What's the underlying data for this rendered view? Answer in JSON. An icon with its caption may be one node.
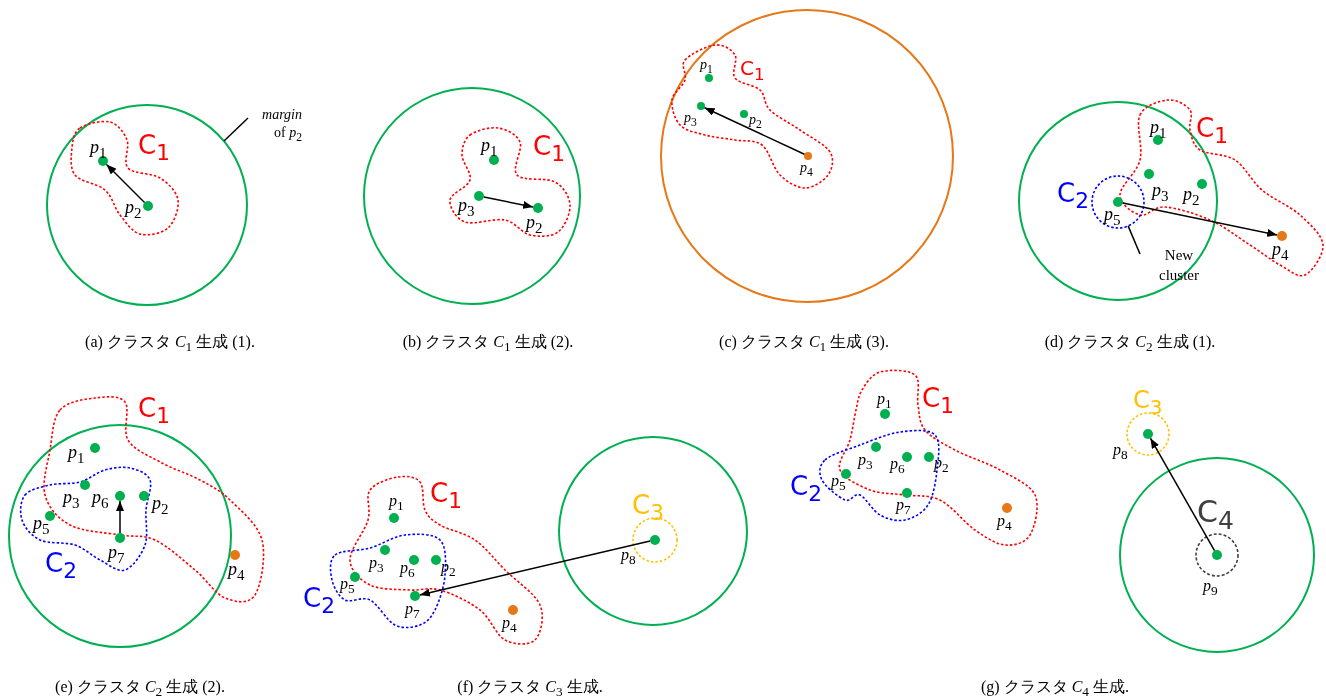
{
  "diagram": {
    "nodes": [
      {
        "text": [
          "*margin* of *p*$_{2}$"
        ]
      },
      {
        "text": [],
        "shape": "circle",
        "beside": [
          "*p*$_{1}$"
        ]
      },
      {
        "text": [],
        "shape": "circle",
        "beside": [
          "*p*$_{2}$"
        ]
      },
      {
        "text": [],
        "shape": "circle",
        "beside": [
          "*p*$_{1}$"
        ]
      },
      {
        "text": [],
        "shape": "circle",
        "beside": [
          "*p*$_{3}$"
        ]
      },
      {
        "text": [],
        "shape": "circle",
        "beside": [
          "*p*$_{2}$"
        ]
      },
      {
        "text": [],
        "shape": "circle",
        "beside": [
          "*p*$_{1}$"
        ]
      },
      {
        "text": [],
        "shape": "circle",
        "beside": [
          "*p*$_{3}$"
        ]
      },
      {
        "text": [],
        "shape": "circle",
        "beside": [
          "*p*$_{2}$"
        ]
      },
      {
        "text": [],
        "shape": "circle",
        "beside": [
          "*p*$_{4}$"
        ]
      },
      {
        "text": [],
        "shape": "circle",
        "beside": [
          "*p*$_{1}$"
        ]
      },
      {
        "text": [],
        "shape": "circle",
        "beside": [
          "*p*$_{3}$"
        ]
      },
      {
        "text": [],
        "shape": "circle",
        "beside": [
          "*p*$_{2}$"
        ]
      },
      {
        "text": [],
        "shape": "circle"
      },
      {
        "text": [],
        "shape": "circle",
        "beside": [
          "*p*$_{5}$"
        ],
        "in": 13
      },
      {
        "text": [],
        "shape": "circle",
        "beside": [
          "*p*$_{4}$"
        ]
      },
      {
        "text": [
          "New cluster"
        ]
      },
      {
        "text": [],
        "shape": "circle",
        "beside": [
          "*p*$_{1}$"
        ]
      },
      {
        "text": [],
        "shape": "circle",
        "beside": [
          "*p*$_{3}$"
        ]
      },
      {
        "text": [],
        "shape": "circle",
        "beside": [
          "*p*$_{6}$"
        ]
      },
      {
        "text": [],
        "shape": "circle",
        "beside": [
          "*p*$_{2}$"
        ]
      },
      {
        "text": [],
        "shape": "circle",
        "beside": [
          "*p*$_{5}$"
        ]
      },
      {
        "text": [],
        "shape": "circle",
        "beside": [
          "*p*$_{7}$"
        ]
      },
      {
        "text": [],
        "shape": "circle",
        "beside": [
          "*p*$_{4}$"
        ]
      },
      {
        "text": [],
        "shape": "circle",
        "beside": [
          "*p*$_{1}$"
        ]
      },
      {
        "text": [],
        "shape": "circle",
        "beside": [
          "*p*$_{3}$"
        ]
      },
      {
        "text": [],
        "shape": "circle",
        "beside": [
          "*p*$_{6}$"
        ]
      },
      {
        "text": [],
        "shape": "circle",
        "beside": [
          "*p*$_{2}$"
        ]
      },
      {
        "text": [],
        "shape": "circle",
        "beside": [
          "*p*$_{5}$"
        ]
      },
      {
        "text": [],
        "shape": "circle",
        "beside": [
          "*p*$_{7}$"
        ]
      },
      {
        "text": [],
        "shape": "circle",
        "beside": [
          "*p*$_{4}$"
        ]
      },
      {
        "text": [],
        "shape": "circle",
        "beside": [
          "*p*$_{8}$"
        ]
      },
      {
        "text": [],
        "shape": "circle",
        "beside": [
          "*p*$_{1}$"
        ]
      },
      {
        "text": [],
        "shape": "circle",
        "beside": [
          "*p*$_{3}$"
        ]
      },
      {
        "text": [],
        "shape": "circle",
        "beside": [
          "*p*$_{6}$"
        ]
      },
      {
        "text": [],
        "shape": "circle",
        "beside": [
          "*p*$_{2}$"
        ]
      },
      {
        "text": [],
        "shape": "circle",
        "beside": [
          "*p*$_{5}$"
        ]
      },
      {
        "text": [],
        "shape": "circle",
        "beside": [
          "*p*$_{7}$"
        ]
      },
      {
        "text": [],
        "shape": "circle",
        "beside": [
          "*p*$_{4}$"
        ]
      },
      {
        "text": [],
        "shape": "circle",
        "beside": [
          "*p*$_{8}$"
        ]
      },
      {
        "text": [],
        "shape": "circle",
        "beside": [
          "*p*$_{9}$"
        ]
      }
    ],
    "edges": [
      {
        "from": 2,
        "to": 1,
        "arrow": "to"
      },
      {
        "from": 0,
        "to": null,
        "arrow": "none"
      },
      {
        "from": 4,
        "to": 5,
        "arrow": "to"
      },
      {
        "from": 9,
        "to": 7,
        "arrow": "to"
      },
      {
        "from": 14,
        "to": 15,
        "arrow": "to"
      },
      {
        "from": 16,
        "to": 13,
        "arrow": "none"
      },
      {
        "from": 22,
        "to": 19,
        "arrow": "to"
      },
      {
        "from": 31,
        "to": 29,
        "arrow": "to"
      },
      {
        "from": 40,
        "to": 39,
        "arrow": "to"
      }
    ],
    "labels": [
      "C$_{1}$",
      "C$_{1}$",
      "C$_{1}$",
      "C$_{1}$",
      "C$_{2}$",
      "(a) クラスタ *C*$_{1}$ 生成 (1).",
      "(b) クラスタ *C*$_{1}$ 生成 (2).",
      "(c) クラスタ *C*$_{1}$ 生成 (3).",
      "(d) クラスタ *C*$_{2}$ 生成 (1).",
      "C$_{1}$",
      "C$_{2}$",
      "C$_{1}$",
      "C$_{2}$",
      "C$_{3}$",
      "C$_{1}$",
      "C$_{2}$",
      "C$_{3}$",
      "C$_{4}$",
      "(e) クラスタ *C*$_{2}$ 生成 (2).",
      "(f) クラスタ *C*$_{3}$ 生成.",
      "(g) クラスタ *C*$_{4}$ 生成."
    ]
  }
}
